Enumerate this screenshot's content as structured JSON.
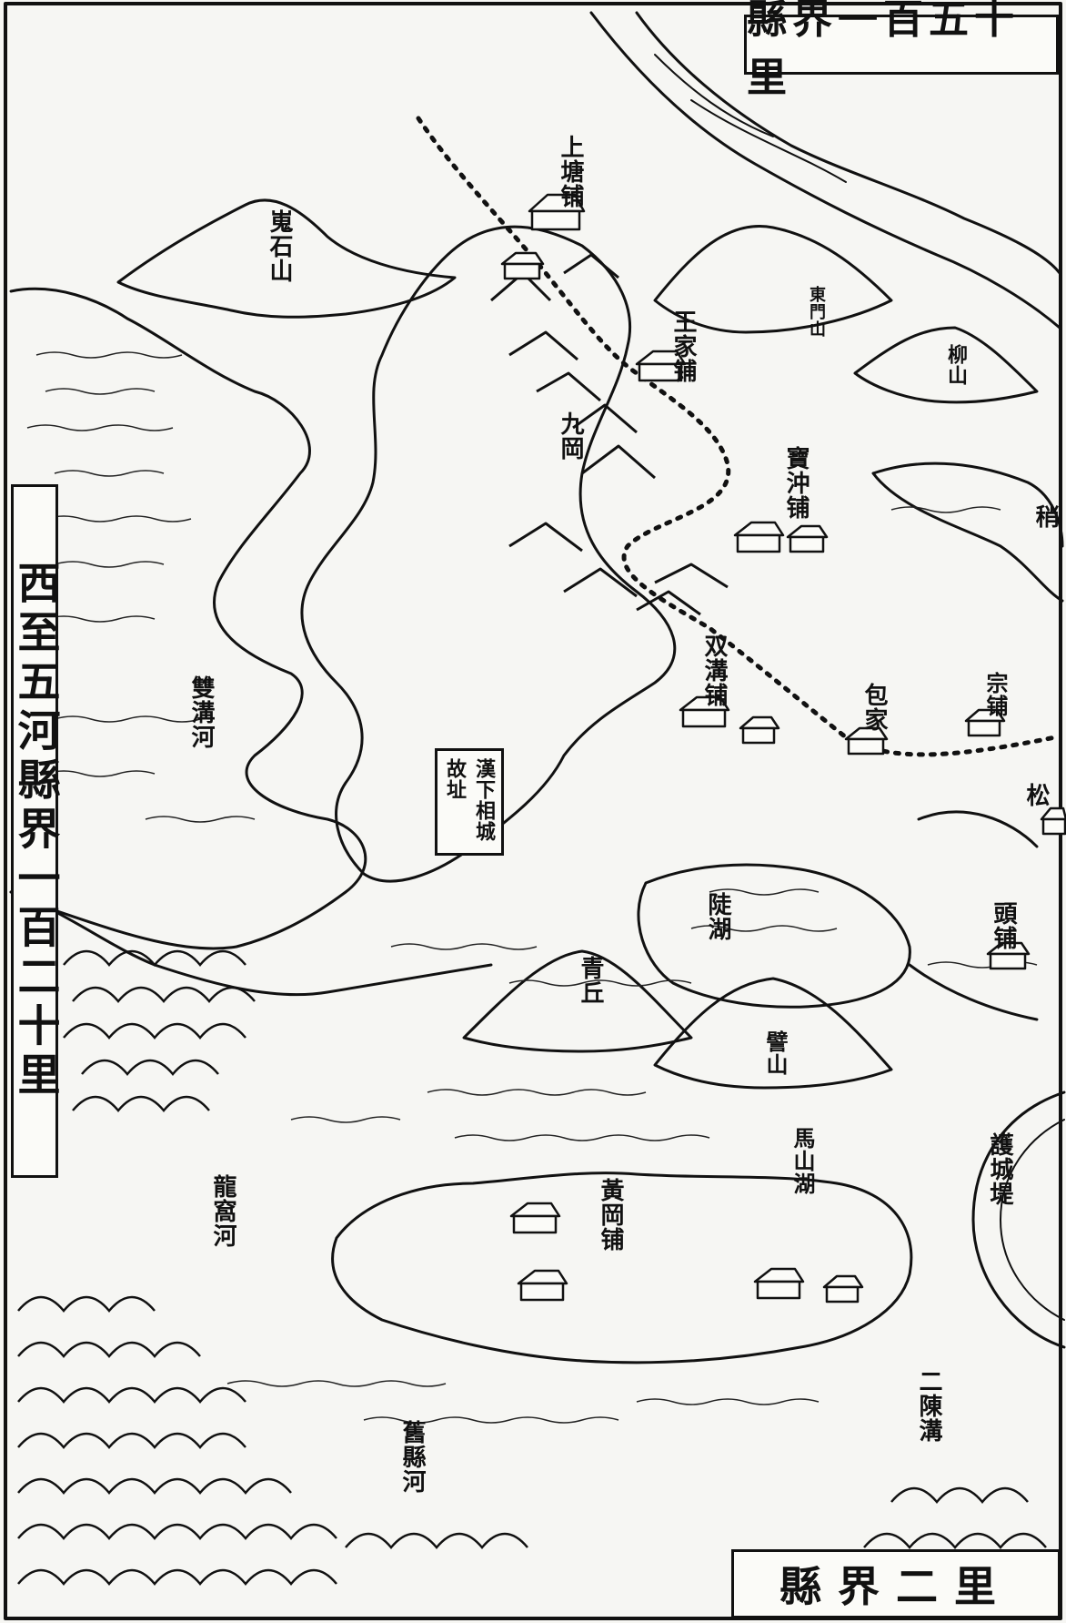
{
  "map": {
    "top_banner": "縣界一百五十里",
    "bottom_banner": "縣界二里",
    "left_banner": "西至五河縣界一百二十里",
    "ruins_box": "漢下相城故址",
    "labels": {
      "shangtang_pu": "上塘铺",
      "wangjia_pu": "王家铺",
      "baoshi_pu": "寶沖铺",
      "shuanggou_pu": "双溝铺",
      "huanggang_pu": "黃岡铺",
      "zongpu": "宗铺",
      "toupu": "頭铺",
      "baojia": "包家",
      "weishishan": "嵬石山",
      "jiugang": "九岡",
      "dongmenshan": "東門山",
      "liushan": "柳山",
      "qinggu": "青丘",
      "tuhu": "陡湖",
      "bishan": "譬山",
      "mashanhu": "馬山湖",
      "shuanggouhe": "雙溝河",
      "longwohe": "龍窩河",
      "jiuxianhe": "舊縣河",
      "chengou": "二陳溝",
      "huchengdi": "護城堤",
      "song": "松",
      "shao": "稍"
    }
  }
}
